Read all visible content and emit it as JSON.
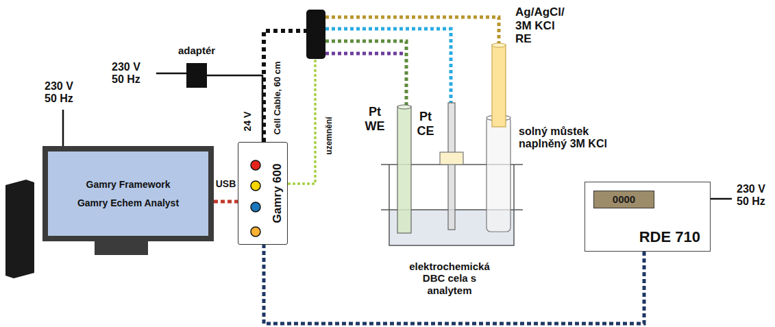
{
  "diagram": {
    "nodes": [
      {
        "text": [
          "Gamry Framework",
          "Gamry Echem Analyst"
        ]
      },
      {
        "text": [
          "Gamry 600"
        ]
      },
      {
        "text": [
          "adaptér"
        ]
      },
      {
        "text": [
          "RDE 710"
        ]
      },
      {
        "text": [
          "0000"
        ],
        "in": 3
      }
    ],
    "edges": [
      {
        "from": 0,
        "to": 1,
        "label": "USB",
        "arrow": "none"
      },
      {
        "from": 2,
        "to": 1,
        "label": "24 V",
        "arrow": "none"
      },
      {
        "from": 3,
        "to": 1,
        "arrow": "none"
      }
    ],
    "labels": [
      "230 V 50 Hz",
      "230 V 50 Hz",
      "Cell Cable, 60 cm",
      "uzemnění",
      "Ag/AgCl/ 3M KCl RE",
      "Pt WE",
      "Pt CE",
      "solný můstek naplněný 3M KCl",
      "elektrochemická DBC cela s analytem",
      "230 V 50 Hz"
    ]
  }
}
